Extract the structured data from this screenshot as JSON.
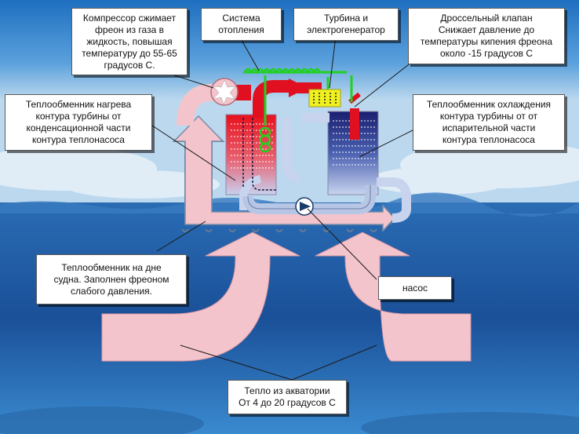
{
  "callouts": {
    "compressor": "Компрессор сжимает\nфреон из газа в\nжидкость, повышая\nтемпературу до 55-65\nградусов С.",
    "heating": "Система\nотопления",
    "turbine": "Турбина и\nэлектрогенератор",
    "throttle": "Дроссельный клапан\nСнижает давление до\nтемпературы кипения фреона\nоколо -15 градусов С",
    "hx_heat": "Теплообменник нагрева\nконтура турбины от\nконденсационной части\nконтура теплонасоса",
    "hx_cool": "Теплообменник охлаждения\nконтура турбины от  от\nиспарительной части\nконтура теплонасоса",
    "hx_bottom": "Теплообменник на дне\nсудна. Заполнен фреоном\nслабого давления.",
    "pump": "насос",
    "heat_source": "Тепло из акватории\nОт 4 до 20 градусов С"
  },
  "colors": {
    "sky_top": "#2a78c8",
    "sea": "#1a5aa0",
    "hot": "#e01020",
    "cold": "#1a2a8a",
    "pipe_light": "#f4c2c8",
    "turbine_loop": "#22d022",
    "generator": "#f0f020"
  },
  "icons": {
    "compressor": "star-compressor-icon",
    "pump": "pump-circle-icon",
    "turbine": "generator-coil-icon"
  }
}
